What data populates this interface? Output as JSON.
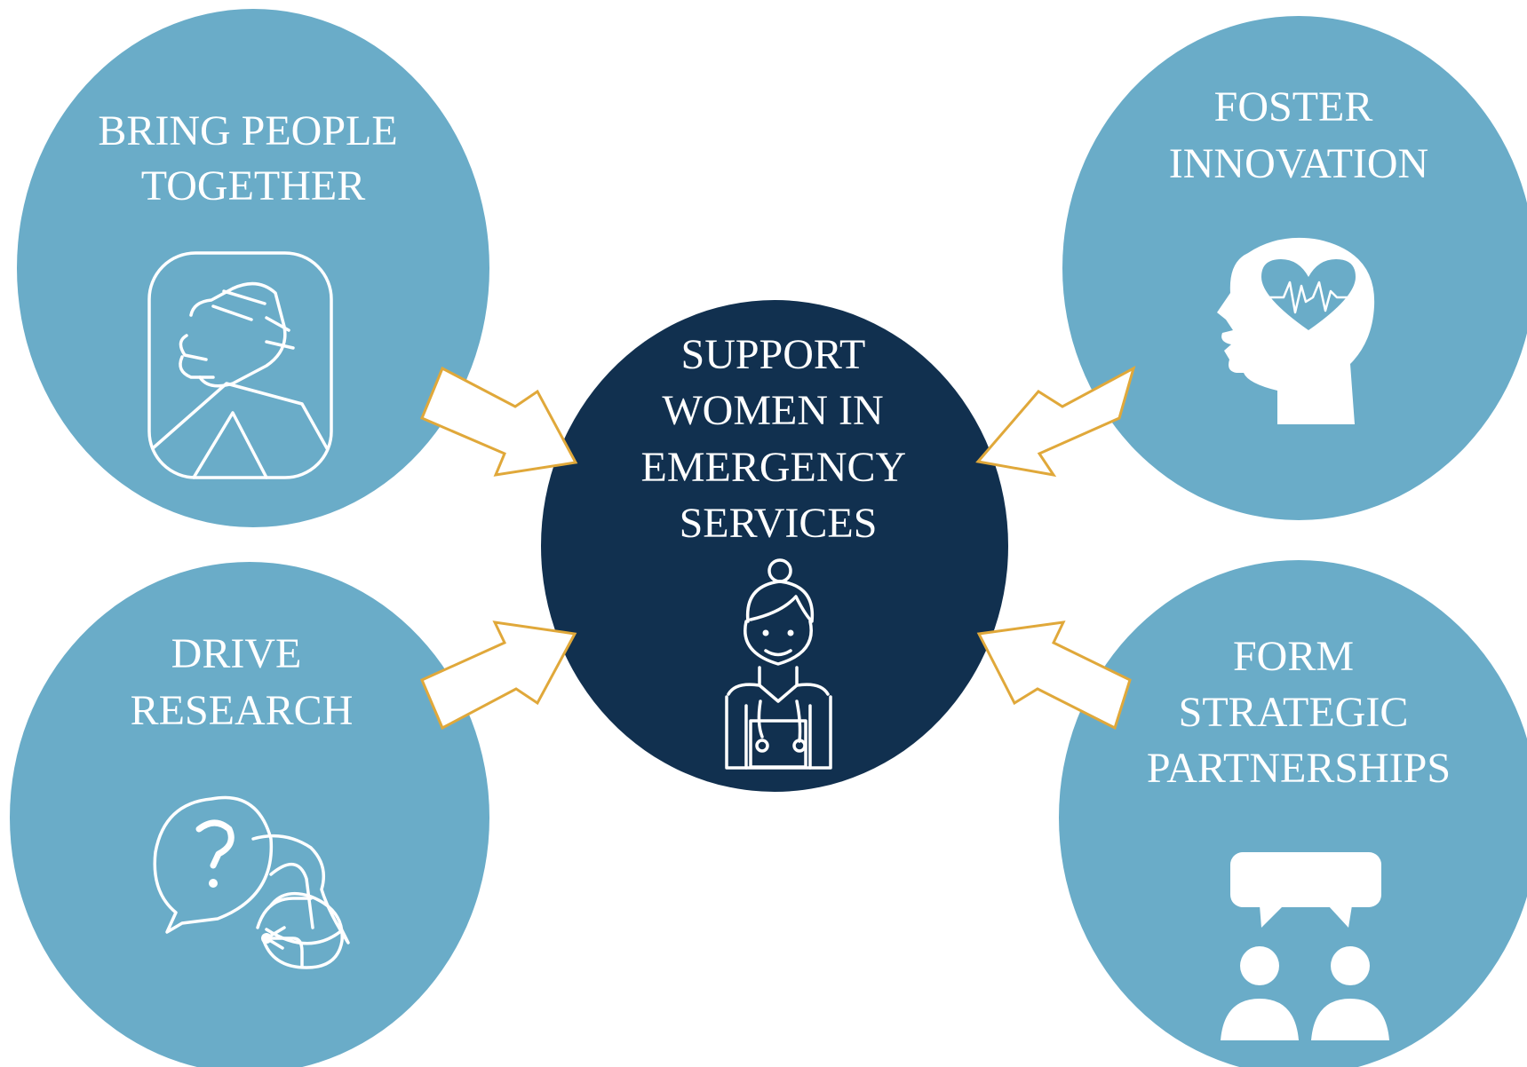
{
  "center": {
    "lines": [
      "SUPPORT",
      "WOMEN IN",
      "EMERGENCY",
      "SERVICES"
    ],
    "icon": "female-doctor-icon"
  },
  "nodes": [
    {
      "id": "bring-people-together",
      "lines": [
        "BRING PEOPLE",
        "TOGETHER"
      ],
      "icon": "handshake-icon"
    },
    {
      "id": "foster-innovation",
      "lines": [
        "FOSTER",
        "INNOVATION"
      ],
      "icon": "head-heart-icon"
    },
    {
      "id": "drive-research",
      "lines": [
        "DRIVE",
        "RESEARCH"
      ],
      "icon": "question-chat-icon"
    },
    {
      "id": "form-strategic-partnerships",
      "lines": [
        "FORM",
        "STRATEGIC",
        "PARTNERSHIPS"
      ],
      "icon": "people-discussion-icon"
    }
  ],
  "colors": {
    "outer_circle": "#6aacc8",
    "center_circle": "#11304f",
    "arrow_outline": "#e0a83a",
    "text": "#ffffff"
  }
}
